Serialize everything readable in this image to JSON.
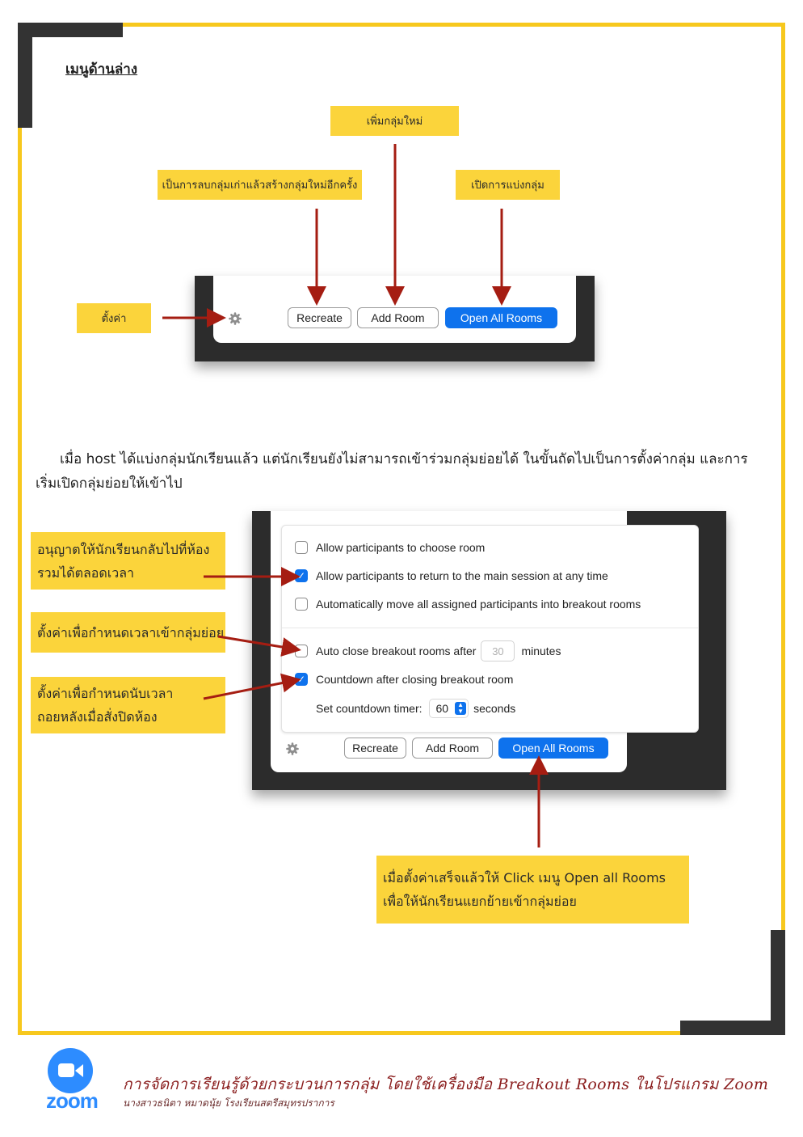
{
  "heading": "เมนูด้านล่าง",
  "callouts_top": {
    "add_room": "เพิ่มกลุ่มใหม่",
    "recreate": "เป็นการลบกลุ่มเก่าแล้วสร้างกลุ่มใหม่อีกครั้ง",
    "open_rooms": "เปิดการแบ่งกลุ่ม",
    "settings": "ตั้งค่า"
  },
  "toolbar_top": {
    "recreate_label": "Recreate",
    "add_room_label": "Add Room",
    "open_all_label": "Open All Rooms"
  },
  "paragraph": "เมื่อ host ได้แบ่งกลุ่มนักเรียนแล้ว แต่นักเรียนยังไม่สามารถเข้าร่วมกลุ่มย่อยได้ ในขั้นถัดไปเป็นการตั้งค่ากลุ่ม และการเริ่มเปิดกลุ่มย่อยให้เข้าไป",
  "callouts_options": {
    "return_line1": "อนุญาตให้นักเรียนกลับไปที่ห้อง",
    "return_line2": "รวมได้ตลอดเวลา",
    "auto_close": "ตั้งค่าเพื่อกำหนดเวลาเข้ากลุ่มย่อย",
    "countdown_line1": "ตั้งค่าเพื่อกำหนดนับเวลา",
    "countdown_line2": "ถอยหลังเมื่อสั่งปิดห้อง",
    "open_line1": "เมื่อตั้งค่าเสร็จแล้วให้ Click เมนู Open all Rooms",
    "open_line2": "เพื่อให้นักเรียนแยกย้ายเข้ากลุ่มย่อย"
  },
  "options": {
    "choose_room": {
      "label": "Allow participants to choose room",
      "checked": false
    },
    "return_main": {
      "label": "Allow participants to return to the main session at any time",
      "checked": true
    },
    "auto_move": {
      "label": "Automatically move all assigned participants into breakout rooms",
      "checked": false
    },
    "auto_close": {
      "label": "Auto close breakout rooms after",
      "checked": false,
      "minutes_value": "30",
      "minutes_label": "minutes"
    },
    "countdown": {
      "label": "Countdown after closing breakout room",
      "checked": true
    },
    "timer": {
      "label": "Set countdown timer:",
      "value": "60",
      "unit": "seconds"
    }
  },
  "toolbar_bottom": {
    "recreate_label": "Recreate",
    "add_room_label": "Add Room",
    "open_all_label": "Open All Rooms"
  },
  "footer": {
    "logo_text": "zoom",
    "title": "การจัดการเรียนรู้ด้วยกระบวนการกลุ่ม โดยใช้เครื่องมือ Breakout Rooms ในโปรแกรม Zoom",
    "author": "นางสาวธนิตา หมาดนุ้ย โรงเรียนสตรีสมุทรปราการ"
  },
  "colors": {
    "frame_yellow": "#f7c81d",
    "frame_dark": "#333333",
    "callout_yellow": "#fbd43b",
    "arrow_red": "#a51d12",
    "zoom_blue": "#0e72ed",
    "footer_red": "#8a1d1d"
  }
}
